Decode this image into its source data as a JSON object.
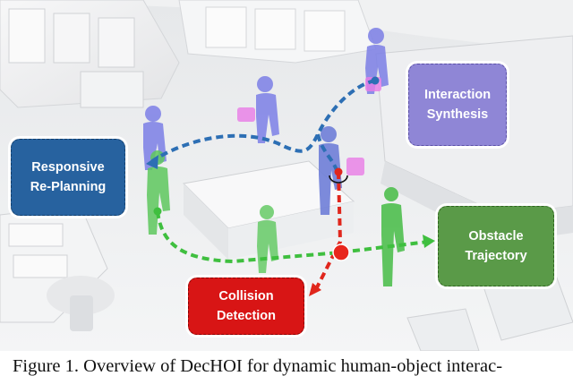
{
  "figure": {
    "labels": {
      "interaction_line1": "Interaction",
      "interaction_line2": "Synthesis",
      "replan_line1": "Responsive",
      "replan_line2": "Re-Planning",
      "obstacle_line1": "Obstacle",
      "obstacle_line2": "Trajectory",
      "collision_line1": "Collision",
      "collision_line2": "Detection"
    },
    "colors": {
      "interaction": "#8f86d6",
      "replan": "#27629f",
      "obstacle": "#5a9a48",
      "collision": "#d81515",
      "blue_path": "#2d6fb4",
      "red_path": "#e0261c",
      "green_path": "#3fbf3f"
    }
  },
  "caption": {
    "text": "Figure 1. Overview of DecHOI for dynamic human-object interac-"
  }
}
